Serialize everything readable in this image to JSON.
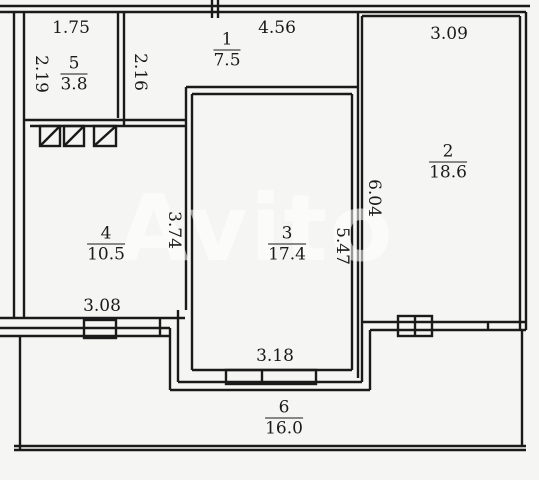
{
  "plan": {
    "watermark": "Avito",
    "rooms": [
      {
        "id": "1",
        "number": "1",
        "area": "7.5"
      },
      {
        "id": "2",
        "number": "2",
        "area": "18.6"
      },
      {
        "id": "3",
        "number": "3",
        "area": "17.4"
      },
      {
        "id": "4",
        "number": "4",
        "area": "10.5"
      },
      {
        "id": "5",
        "number": "5",
        "area": "3.8"
      },
      {
        "id": "6",
        "number": "6",
        "area": "16.0"
      }
    ],
    "dimensions": {
      "d_1_75": "1.75",
      "d_4_56": "4.56",
      "d_3_09": "3.09",
      "d_2_19": "2.19",
      "d_2_16": "2.16",
      "d_3_74": "3.74",
      "d_5_47": "5.47",
      "d_6_04": "6.04",
      "d_3_08": "3.08",
      "d_3_18": "3.18"
    },
    "colors": {
      "wall": "#1a1a1a",
      "background": "#f5f5f3"
    }
  }
}
